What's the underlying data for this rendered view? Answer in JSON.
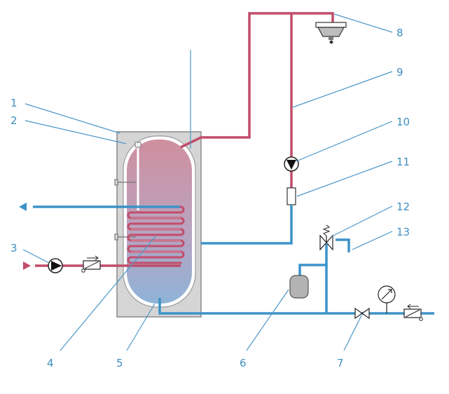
{
  "colors": {
    "hot_pipe": "#c24d6a",
    "cold_pipe": "#3c93c8",
    "label_text": "#3f8fc1",
    "tank_shell": "#d5d5d5",
    "water_hot": "#cf8f9f",
    "water_cold": "#8fb3d8",
    "expansion_vessel": "#b3b3b3"
  },
  "callouts": [
    {
      "number": "1",
      "icon": "tank-outer-shell"
    },
    {
      "number": "2",
      "icon": "tank-inner-vessel"
    },
    {
      "number": "3",
      "icon": "circulation-pump"
    },
    {
      "number": "4",
      "icon": "heat-exchanger-coil"
    },
    {
      "number": "5",
      "icon": "cold-water-inlet"
    },
    {
      "number": "6",
      "icon": "expansion-vessel"
    },
    {
      "number": "7",
      "icon": "shut-off-valve"
    },
    {
      "number": "8",
      "icon": "hot-water-tap"
    },
    {
      "number": "9",
      "icon": "hot-water-pipe"
    },
    {
      "number": "10",
      "icon": "recirculation-pump"
    },
    {
      "number": "11",
      "icon": "check-valve"
    },
    {
      "number": "12",
      "icon": "safety-valve"
    },
    {
      "number": "13",
      "icon": "drain-outlet"
    }
  ]
}
